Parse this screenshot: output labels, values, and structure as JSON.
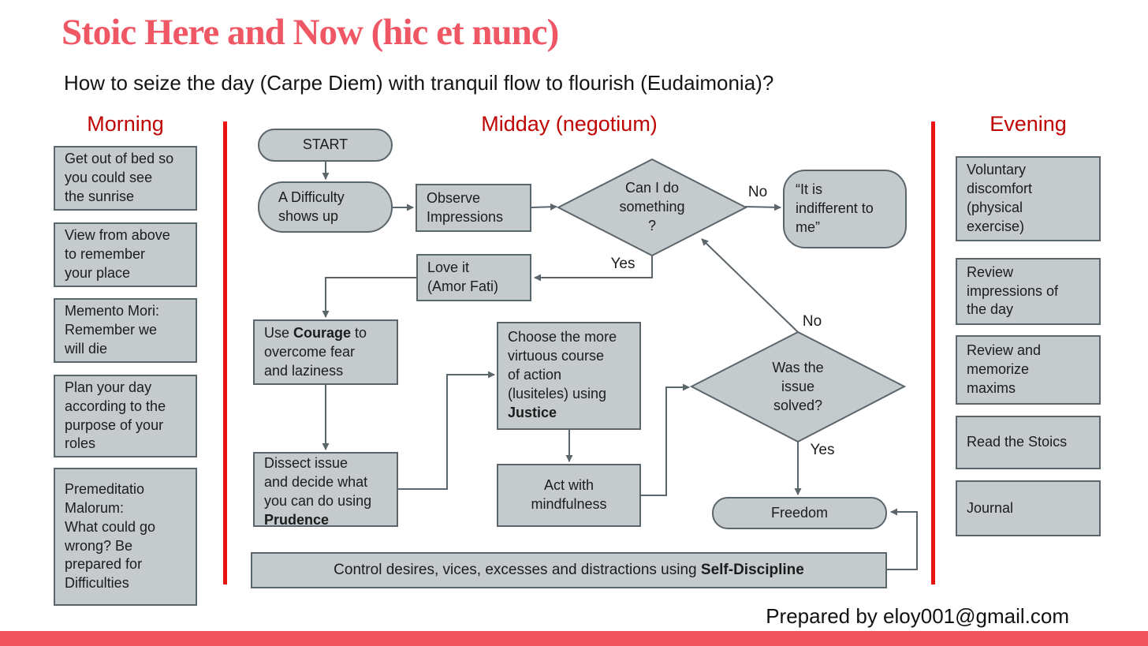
{
  "page": {
    "title": "Stoic Here and Now (hic et nunc)",
    "subtitle": "How to seize the day (Carpe Diem) with tranquil flow to flourish (Eudaimonia)?",
    "footer": "Prepared by eloy001@gmail.com"
  },
  "colors": {
    "title_red": "#ef5765",
    "section_heading_red": "#c00404",
    "divider_red": "#ed1212",
    "bottom_bar_red": "#f0545e",
    "node_fill": "#c5cacd",
    "node_border": "#5b656c"
  },
  "columns": {
    "morning": {
      "heading": "Morning",
      "items": [
        "Get out of bed so\nyou could see\nthe sunrise",
        "View from above\nto remember\nyour place",
        "Memento Mori:\nRemember we\nwill die",
        "Plan your day\naccording to the\npurpose of your\nroles",
        "Premeditatio\nMalorum:\nWhat could go\nwrong? Be\nprepared for\nDifficulties"
      ]
    },
    "midday": {
      "heading": "Midday (negotium)"
    },
    "evening": {
      "heading": "Evening",
      "items": [
        "Voluntary\ndiscomfort\n(physical\nexercise)",
        "Review\nimpressions of\nthe day",
        "Review and\nmemorize\nmaxims",
        "Read the Stoics",
        "Journal"
      ]
    }
  },
  "flow": {
    "nodes": {
      "start": "START",
      "difficulty": "A Difficulty\nshows up",
      "observe": "Observe\nImpressions",
      "can_do": "Can I do\nsomething\n?",
      "indifferent": "“It is\nindifferent to\nme”",
      "love_it": "Love it\n(Amor Fati)",
      "courage": {
        "pre": "Use ",
        "bold": "Courage",
        "post": " to\novercome fear\nand laziness"
      },
      "choose": {
        "pre": "Choose the more\nvirtuous course\nof action\n(lusiteles) using\n",
        "bold": "Justice",
        "post": ""
      },
      "dissect": {
        "pre": "Dissect issue\nand decide what\nyou can do using\n",
        "bold": "Prudence",
        "post": ""
      },
      "act": "Act with\nmindfulness",
      "solved": "Was the\nissue\nsolved?",
      "freedom": "Freedom",
      "control": {
        "pre": "Control desires, vices, excesses and distractions using ",
        "bold": "Self-Discipline",
        "post": ""
      }
    },
    "labels": {
      "no1": "No",
      "yes1": "Yes",
      "no2": "No",
      "yes2": "Yes"
    }
  }
}
